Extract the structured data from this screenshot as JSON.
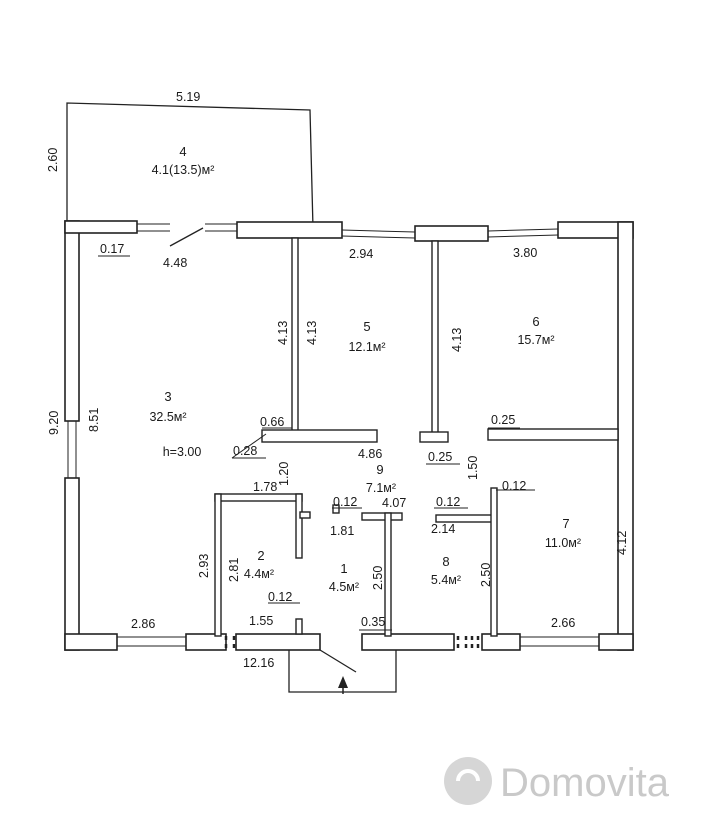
{
  "rooms": {
    "r1": {
      "number": "1",
      "area": "4.5м²"
    },
    "r2": {
      "number": "2",
      "area": "4.4м²"
    },
    "r3": {
      "number": "3",
      "area": "32.5м²",
      "height": "h=3.00"
    },
    "r4": {
      "number": "4",
      "area": "4.1(13.5)м²"
    },
    "r5": {
      "number": "5",
      "area": "12.1м²"
    },
    "r6": {
      "number": "6",
      "area": "15.7м²"
    },
    "r7": {
      "number": "7",
      "area": "11.0м²"
    },
    "r8": {
      "number": "8",
      "area": "5.4м²"
    },
    "r9": {
      "number": "9",
      "area": "7.1м²"
    }
  },
  "dims": {
    "terrace_width": "5.19",
    "terrace_depth": "2.60",
    "d_017": "0.17",
    "d_448": "4.48",
    "d_294": "2.94",
    "d_380": "3.80",
    "d_413a": "4.13",
    "d_413b": "4.13",
    "d_413c": "4.13",
    "d_920": "9.20",
    "d_851": "8.51",
    "d_066": "0.66",
    "d_025a": "0.25",
    "d_028": "0.28",
    "d_120": "1.20",
    "d_486": "4.86",
    "d_025b": "0.25",
    "d_150": "1.50",
    "d_178": "1.78",
    "d_012a": "0.12",
    "d_407": "4.07",
    "d_012b": "0.12",
    "d_012c": "0.12",
    "d_181": "1.81",
    "d_214": "2.14",
    "d_293": "2.93",
    "d_281": "2.81",
    "d_250a": "2.50",
    "d_250b": "2.50",
    "d_412": "4.12",
    "d_012d": "0.12",
    "d_286": "2.86",
    "d_155": "1.55",
    "d_035": "0.35",
    "d_266": "2.66",
    "d_1216": "12.16"
  },
  "watermark": {
    "text": "Domovita"
  }
}
